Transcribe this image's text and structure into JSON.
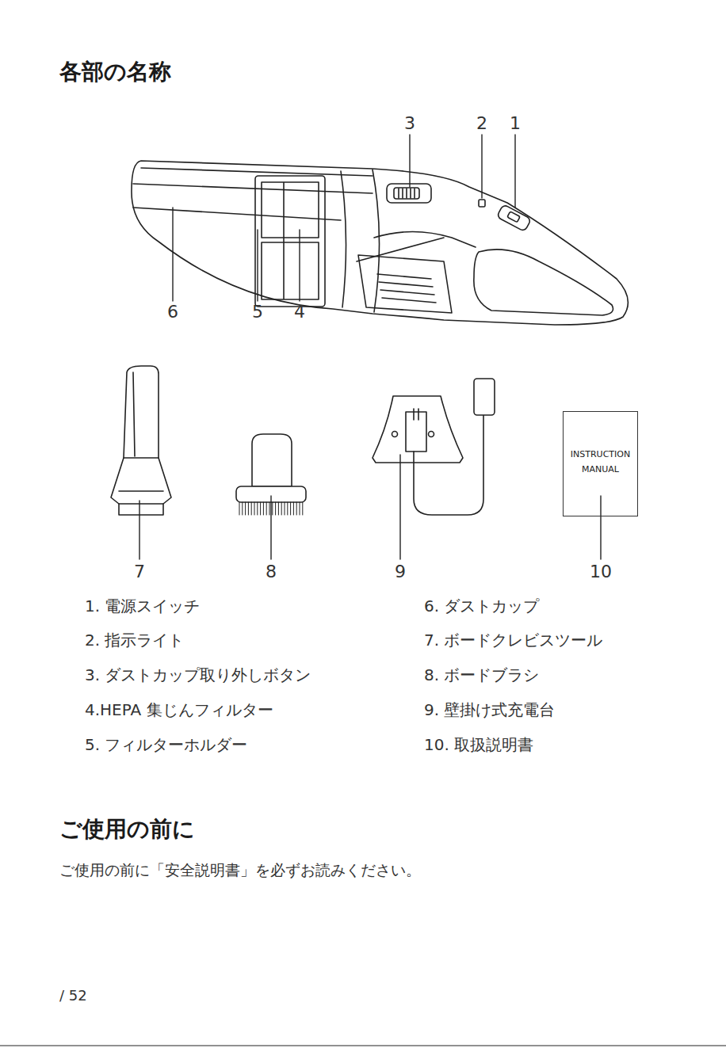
{
  "diagram": {
    "title": "各部の名称",
    "nodes": [
      {
        "text": [
          "INSTRUCTION MANUAL"
        ]
      }
    ],
    "labels": [
      "3",
      "2",
      "1",
      "6",
      "5",
      "4",
      "7",
      "8",
      "9",
      "10",
      "1. 電源スイッチ",
      "6. ダストカップ",
      "2. 指示ライト",
      "7. ボードクレビスツール",
      "3. ダストカップ取り外しボタン",
      "8. ボードブラシ",
      "4.HEPA 集じんフィルター",
      "9. 壁掛け式充電台",
      "5. フィルターホルダー",
      "10. 取扱説明書",
      "ご使用の前に",
      "ご使用の前に「安全説明書」を必ずお読みください。",
      "/ 52"
    ]
  }
}
